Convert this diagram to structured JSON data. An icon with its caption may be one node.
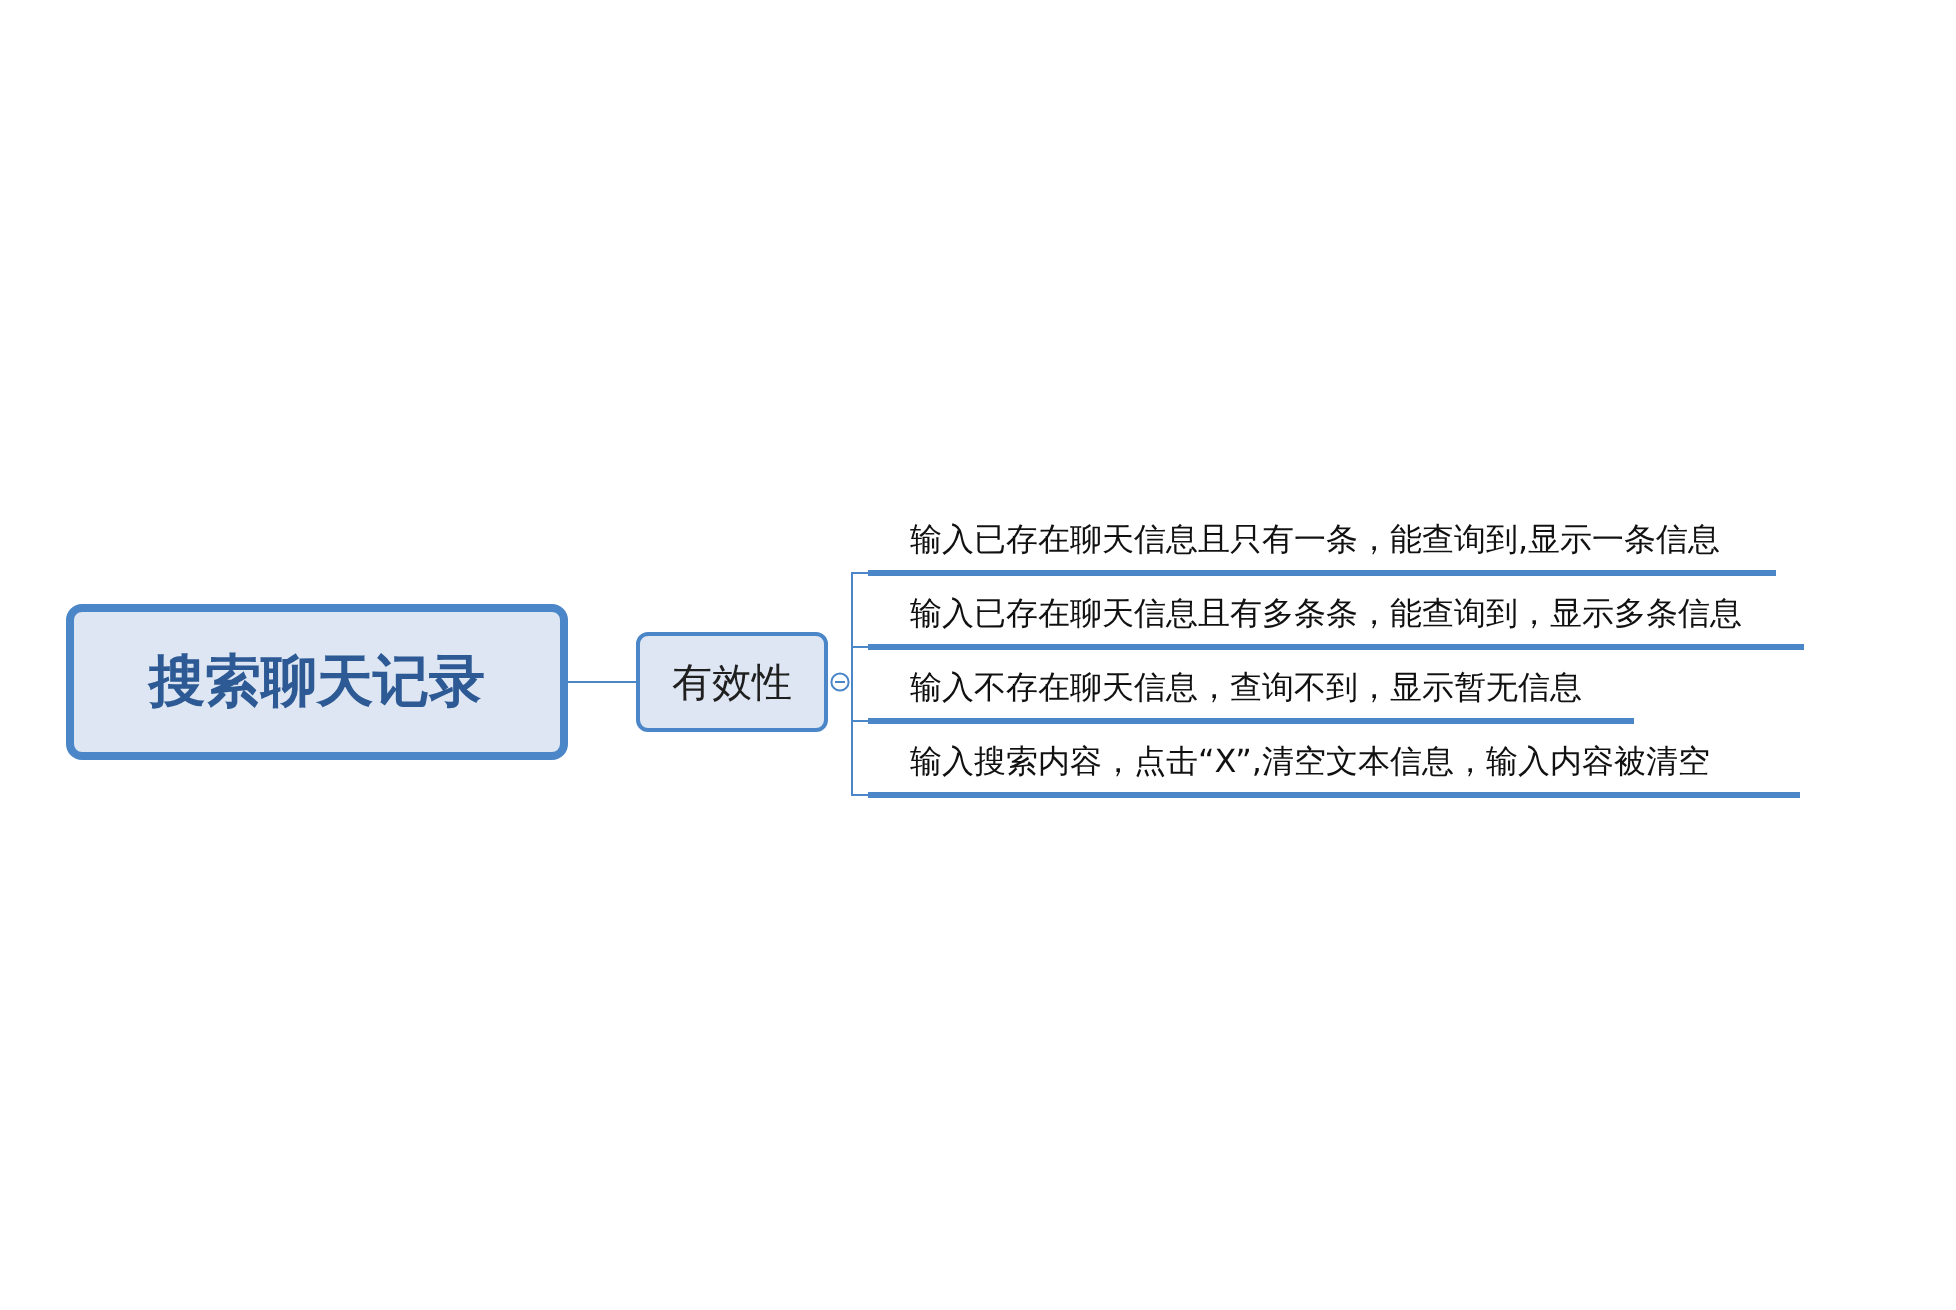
{
  "diagram": {
    "nodes": [
      {
        "text": [
          "搜索聊天记录"
        ]
      },
      {
        "text": [
          "有效性"
        ]
      },
      {
        "text": [
          "输入已存在聊天信息且只有一条，能查询到,显示一条信息"
        ]
      },
      {
        "text": [
          "输入已存在聊天信息且有多条条，能查询到，显示多条信息"
        ]
      },
      {
        "text": [
          "输入不存在聊天信息，查询不到，显示暂无信息"
        ]
      },
      {
        "text": [
          "输入搜索内容，点击“X”,清空文本信息，输入内容被清空"
        ]
      }
    ],
    "edges": [
      {
        "from": 0,
        "to": 1,
        "arrow": "none"
      },
      {
        "from": 1,
        "to": 2,
        "arrow": "none"
      },
      {
        "from": 1,
        "to": 3,
        "arrow": "none"
      },
      {
        "from": 1,
        "to": 4,
        "arrow": "none"
      },
      {
        "from": 1,
        "to": 5,
        "arrow": "none"
      }
    ]
  }
}
